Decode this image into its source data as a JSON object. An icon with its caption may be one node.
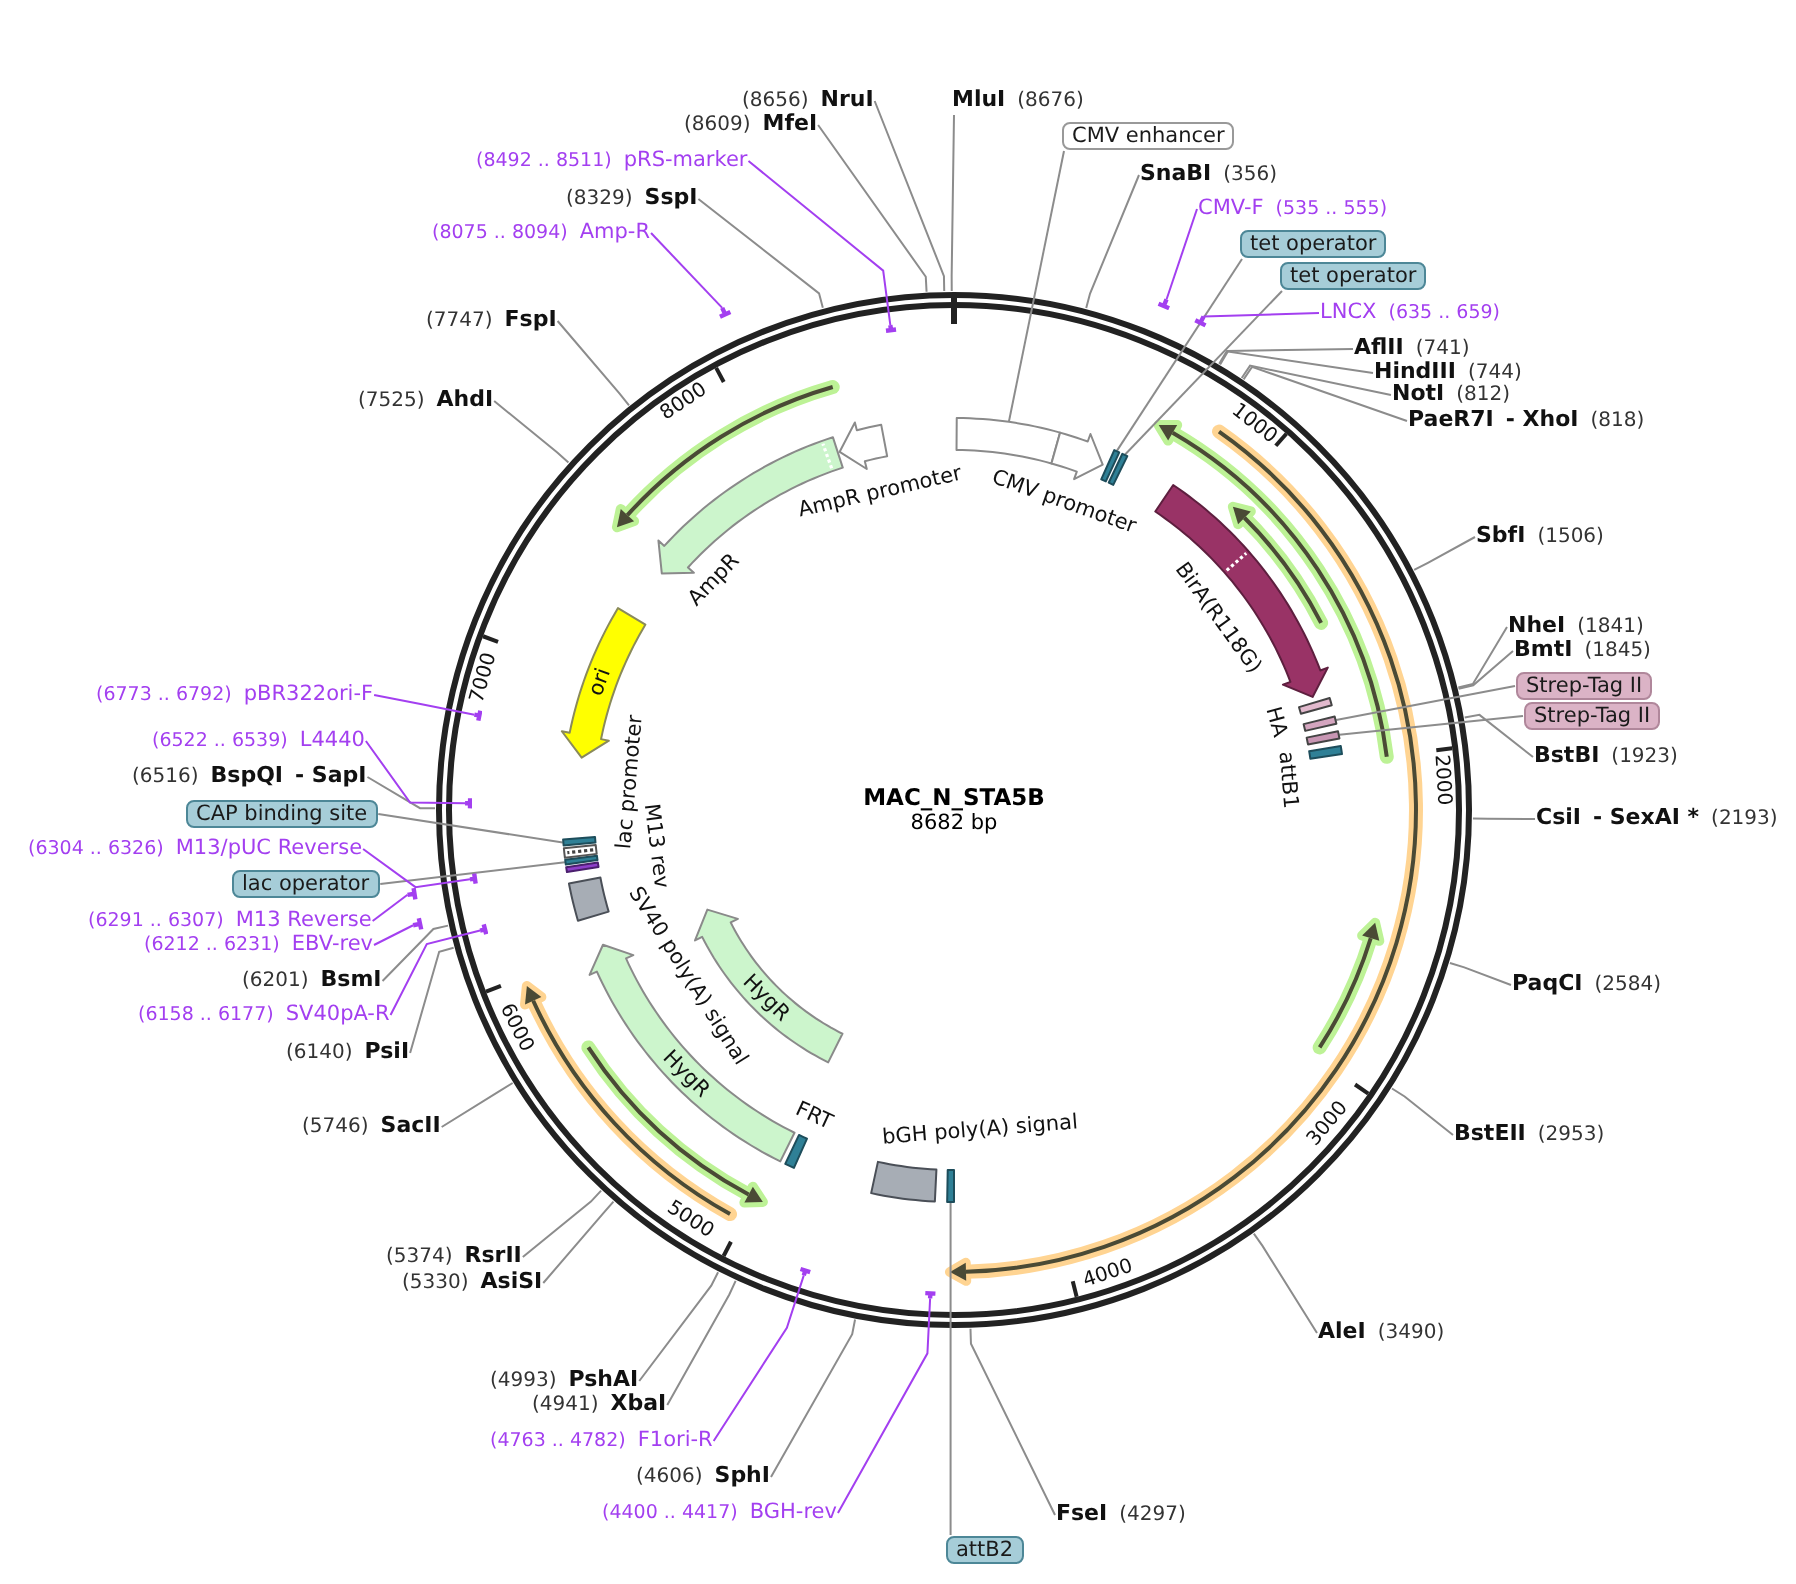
{
  "diagram": {
    "title": "MAC_N_STA5B",
    "nodes": [
      {
        "text": [
          "MluI",
          "(8676)"
        ]
      },
      {
        "text": [
          "CMV enhancer"
        ]
      },
      {
        "text": [
          "SnaBI",
          "(356)"
        ]
      },
      {
        "text": [
          "CMV-F",
          "(535 .. 555)"
        ]
      },
      {
        "text": [
          "tet operator"
        ]
      },
      {
        "text": [
          "tet operator"
        ]
      },
      {
        "text": [
          "LNCX",
          "(635 .. 659)"
        ]
      },
      {
        "text": [
          "AflII",
          "(741)"
        ]
      },
      {
        "text": [
          "HindIII",
          "(744)"
        ]
      },
      {
        "text": [
          "NotI",
          "(812)"
        ]
      },
      {
        "text": [
          "PaeR7I",
          "- XhoI",
          "(818)"
        ]
      },
      {
        "text": [
          "SbfI",
          "(1506)"
        ]
      },
      {
        "text": [
          "NheI",
          "(1841)"
        ]
      },
      {
        "text": [
          "BmtI",
          "(1845)"
        ]
      },
      {
        "text": [
          "Strep-Tag II"
        ]
      },
      {
        "text": [
          "Strep-Tag II"
        ]
      },
      {
        "text": [
          "BstBI",
          "(1923)"
        ]
      },
      {
        "text": [
          "CsiI",
          "- SexAI *",
          "(2193)"
        ]
      },
      {
        "text": [
          "PaqCI",
          "(2584)"
        ]
      },
      {
        "text": [
          "BstEII",
          "(2953)"
        ]
      },
      {
        "text": [
          "AleI",
          "(3490)"
        ]
      },
      {
        "text": [
          "FseI",
          "(4297)"
        ]
      },
      {
        "text": [
          "attB2"
        ]
      },
      {
        "text": [
          "(4400 .. 4417)",
          "BGH-rev"
        ]
      },
      {
        "text": [
          "(4606)",
          "SphI"
        ]
      },
      {
        "text": [
          "(4763 .. 4782)",
          "F1ori-R"
        ]
      },
      {
        "text": [
          "(4941)",
          "XbaI"
        ]
      },
      {
        "text": [
          "(4993)",
          "PshAI"
        ]
      },
      {
        "text": [
          "(5330)",
          "AsiSI"
        ]
      },
      {
        "text": [
          "(5374)",
          "RsrII"
        ]
      },
      {
        "text": [
          "(5746)",
          "SacII"
        ]
      },
      {
        "text": [
          "(6140)",
          "PsiI"
        ]
      },
      {
        "text": [
          "(6158 .. 6177)",
          "SV40pA-R"
        ]
      },
      {
        "text": [
          "(6201)",
          "BsmI"
        ]
      },
      {
        "text": [
          "(6212 .. 6231)",
          "EBV-rev"
        ]
      },
      {
        "text": [
          "(6291 .. 6307)",
          "M13 Reverse"
        ]
      },
      {
        "text": [
          "lac operator"
        ]
      },
      {
        "text": [
          "(6304 .. 6326)",
          "M13/pUC Reverse"
        ]
      },
      {
        "text": [
          "CAP binding site"
        ]
      },
      {
        "text": [
          "(6516)",
          "BspQI",
          "- SapI"
        ]
      },
      {
        "text": [
          "(6522 .. 6539)",
          "L4440"
        ]
      },
      {
        "text": [
          "(6773 .. 6792)",
          "pBR322ori-F"
        ]
      },
      {
        "text": [
          "(7525)",
          "AhdI"
        ]
      },
      {
        "text": [
          "(7747)",
          "FspI"
        ]
      },
      {
        "text": [
          "(8075 .. 8094)",
          "Amp-R"
        ]
      },
      {
        "text": [
          "(8329)",
          "SspI"
        ]
      },
      {
        "text": [
          "(8492 .. 8511)",
          "pRS-marker"
        ]
      },
      {
        "text": [
          "(8609)",
          "MfeI"
        ]
      },
      {
        "text": [
          "(8656)",
          "NruI"
        ]
      },
      {
        "text": [],
        "shape": "box"
      },
      {
        "text": [],
        "shape": "arrow",
        "beside": [
          "CMV promoter"
        ]
      },
      {
        "text": [],
        "shape": "box"
      },
      {
        "text": [],
        "shape": "box"
      },
      {
        "text": [],
        "shape": "arrow",
        "beside": [
          "BirA(R118G)"
        ]
      },
      {
        "text": [],
        "shape": "box",
        "beside": [
          "HA"
        ]
      },
      {
        "text": [],
        "shape": "box"
      },
      {
        "text": [],
        "shape": "box"
      },
      {
        "text": [],
        "shape": "box",
        "beside": [
          "attB1"
        ]
      },
      {
        "text": [],
        "shape": "box"
      },
      {
        "text": [],
        "shape": "box",
        "beside": [
          "bGH poly(A) signal"
        ]
      },
      {
        "text": [],
        "shape": "box",
        "beside": [
          "FRT"
        ]
      },
      {
        "text": [
          "HygR"
        ]
      },
      {
        "text": [
          "HygR"
        ]
      },
      {
        "text": [],
        "shape": "box"
      },
      {
        "text": [],
        "shape": "box",
        "beside": [
          "M13 rev"
        ]
      },
      {
        "text": [],
        "shape": "box"
      },
      {
        "text": [],
        "shape": "box"
      },
      {
        "text": [],
        "shape": "box"
      },
      {
        "text": [
          "ori"
        ]
      },
      {
        "text": [],
        "shape": "arrow",
        "beside": [
          "AmpR"
        ]
      },
      {
        "text": [],
        "shape": "arrow",
        "beside": [
          "AmpR promoter"
        ]
      },
      {
        "text": [],
        "shape": "bar"
      },
      {
        "text": [],
        "shape": "bar"
      },
      {
        "text": [],
        "shape": "bar"
      },
      {
        "text": [],
        "shape": "bar"
      },
      {
        "text": [],
        "shape": "bar"
      },
      {
        "text": [],
        "shape": "bar"
      },
      {
        "text": [],
        "shape": "bar"
      },
      {
        "text": [],
        "shape": "bar"
      },
      {
        "text": [],
        "shape": "bar"
      },
      {
        "text": [],
        "shape": "bar"
      },
      {
        "text": [],
        "shape": "bar"
      },
      {
        "text": [],
        "shape": "bar"
      }
    ],
    "edges": [
      {
        "from": 0,
        "to": null,
        "arrow": "none"
      },
      {
        "from": 1,
        "to": 49,
        "arrow": "none"
      },
      {
        "from": 2,
        "to": null,
        "arrow": "none"
      },
      {
        "from": 3,
        "to": 71,
        "arrow": "none",
        "color": "#a33ff0"
      },
      {
        "from": 4,
        "to": 51,
        "arrow": "none"
      },
      {
        "from": 5,
        "to": 52,
        "arrow": "none"
      },
      {
        "from": 6,
        "to": 72,
        "arrow": "none",
        "color": "#a33ff0"
      },
      {
        "from": 7,
        "to": null,
        "arrow": "none"
      },
      {
        "from": 8,
        "to": null,
        "arrow": "none"
      },
      {
        "from": 9,
        "to": null,
        "arrow": "none"
      },
      {
        "from": 10,
        "to": null,
        "arrow": "none"
      },
      {
        "from": 11,
        "to": null,
        "arrow": "none"
      },
      {
        "from": 12,
        "to": null,
        "arrow": "none"
      },
      {
        "from": 13,
        "to": null,
        "arrow": "none"
      },
      {
        "from": 14,
        "to": 55,
        "arrow": "none"
      },
      {
        "from": 15,
        "to": 56,
        "arrow": "none"
      },
      {
        "from": 16,
        "to": null,
        "arrow": "none"
      },
      {
        "from": 17,
        "to": null,
        "arrow": "none"
      },
      {
        "from": 18,
        "to": null,
        "arrow": "none"
      },
      {
        "from": 19,
        "to": null,
        "arrow": "none"
      },
      {
        "from": 20,
        "to": null,
        "arrow": "none"
      },
      {
        "from": 21,
        "to": null,
        "arrow": "none"
      },
      {
        "from": 22,
        "to": 58,
        "arrow": "none"
      },
      {
        "from": 23,
        "to": 73,
        "arrow": "none",
        "color": "#a33ff0"
      },
      {
        "from": 24,
        "to": null,
        "arrow": "none"
      },
      {
        "from": 25,
        "to": 74,
        "arrow": "none",
        "color": "#a33ff0"
      },
      {
        "from": 26,
        "to": null,
        "arrow": "none"
      },
      {
        "from": 27,
        "to": null,
        "arrow": "none"
      },
      {
        "from": 28,
        "to": null,
        "arrow": "none"
      },
      {
        "from": 29,
        "to": null,
        "arrow": "none"
      },
      {
        "from": 30,
        "to": null,
        "arrow": "none"
      },
      {
        "from": 31,
        "to": null,
        "arrow": "none"
      },
      {
        "from": 32,
        "to": 75,
        "arrow": "none",
        "color": "#a33ff0"
      },
      {
        "from": 33,
        "to": null,
        "arrow": "none"
      },
      {
        "from": 34,
        "to": 76,
        "arrow": "none",
        "color": "#a33ff0"
      },
      {
        "from": 35,
        "to": 77,
        "arrow": "none",
        "color": "#a33ff0"
      },
      {
        "from": 36,
        "to": 65,
        "arrow": "none"
      },
      {
        "from": 37,
        "to": 78,
        "arrow": "none",
        "color": "#a33ff0"
      },
      {
        "from": 38,
        "to": 67,
        "arrow": "none"
      },
      {
        "from": 39,
        "to": null,
        "arrow": "none"
      },
      {
        "from": 40,
        "to": 79,
        "arrow": "none",
        "color": "#a33ff0"
      },
      {
        "from": 41,
        "to": 80,
        "arrow": "none",
        "color": "#a33ff0"
      },
      {
        "from": 42,
        "to": null,
        "arrow": "none"
      },
      {
        "from": 43,
        "to": null,
        "arrow": "none"
      },
      {
        "from": 44,
        "to": 81,
        "arrow": "none",
        "color": "#a33ff0"
      },
      {
        "from": 45,
        "to": null,
        "arrow": "none"
      },
      {
        "from": 46,
        "to": 82,
        "arrow": "none",
        "color": "#a33ff0"
      },
      {
        "from": 47,
        "to": null,
        "arrow": "none"
      },
      {
        "from": 48,
        "to": null,
        "arrow": "none"
      }
    ],
    "labels": [
      "8682 bp",
      "1000",
      "2000",
      "3000",
      "4000",
      "5000",
      "6000",
      "7000",
      "8000",
      "lac promoter",
      "SV40 poly(A) signal"
    ]
  }
}
